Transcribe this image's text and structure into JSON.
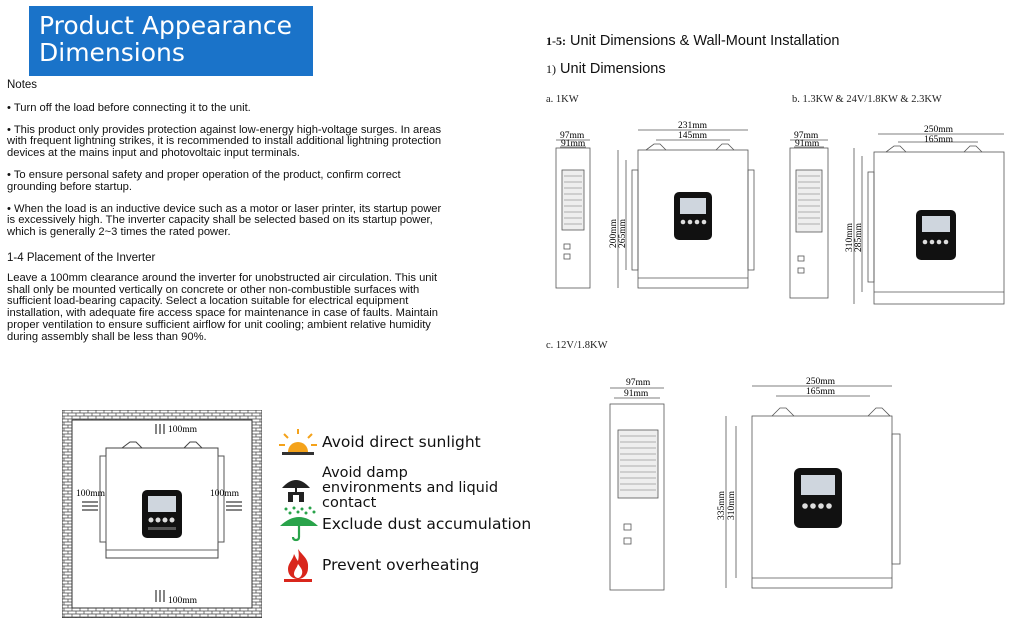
{
  "header": {
    "line1": "Product Appearance",
    "line2": "Dimensions"
  },
  "notes": {
    "heading": "Notes",
    "items": [
      "• Turn off the load before connecting it to the unit.",
      "• This product only provides protection against low-energy high-voltage surges. In areas with frequent lightning strikes, it is recommended to install additional lightning protection devices at the mains input and photovoltaic input terminals.",
      "• To ensure personal safety and proper operation of the product, confirm correct grounding before startup.",
      "• When the load is an inductive device such as a motor or laser printer, its startup power is excessively high. The inverter capacity shall be selected based on its startup power, which is generally 2~3 times the rated power."
    ],
    "placement_heading": "1-4 Placement of the Inverter",
    "placement_text": "Leave a 100mm clearance around the inverter for unobstructed air circulation. This unit shall only be mounted vertically on concrete or other non-combustible surfaces with sufficient load-bearing capacity. Select a location suitable for electrical equipment installation, with adequate fire access space for maintenance in case of faults. Maintain proper ventilation to ensure sufficient airflow for unit cooling; ambient relative humidity during assembly shall be less than 90%."
  },
  "clearance": {
    "top": "100mm",
    "bottom": "100mm",
    "left": "100mm",
    "right": "100mm"
  },
  "tips": [
    {
      "icon": "sun-icon",
      "text": "Avoid direct sunlight"
    },
    {
      "icon": "umbrella-house-icon",
      "text": "Avoid damp environments and liquid contact"
    },
    {
      "icon": "rain-umbrella-icon",
      "text": "Exclude dust accumulation"
    },
    {
      "icon": "fire-icon",
      "text": "Prevent overheating"
    }
  ],
  "specs": {
    "section_num": "1-5:",
    "section_title": "Unit Dimensions & Wall-Mount Installation",
    "sub_num": "1)",
    "sub_title": "Unit Dimensions",
    "models": [
      {
        "label": "a. 1KW",
        "side_depth_outer": "97mm",
        "side_depth_inner": "91mm",
        "front_width_outer": "231mm",
        "front_width_inner": "145mm",
        "height_outer": "265mm",
        "height_inner": "200mm"
      },
      {
        "label": "b. 1.3KW & 24V/1.8KW & 2.3KW",
        "side_depth_outer": "97mm",
        "side_depth_inner": "91mm",
        "front_width_outer": "250mm",
        "front_width_inner": "165mm",
        "height_outer": "285mm",
        "height_inner": "310mm"
      },
      {
        "label": "c. 12V/1.8KW",
        "side_depth_outer": "97mm",
        "side_depth_inner": "91mm",
        "front_width_outer": "250mm",
        "front_width_inner": "165mm",
        "height_outer": "335mm",
        "height_inner": "310mm"
      }
    ]
  },
  "colors": {
    "banner": "#1a73c9",
    "sun": "#f4a21a",
    "rain": "#29a34a",
    "fire": "#d9261c"
  }
}
